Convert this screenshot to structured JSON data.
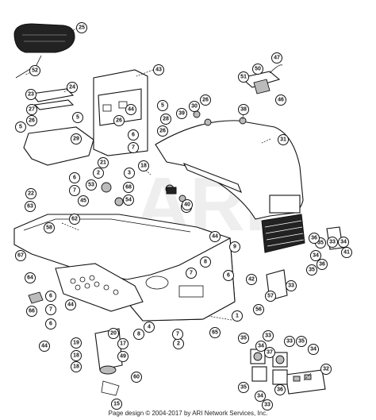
{
  "footer": {
    "credit": "Page design © 2004-2017 by ARI Network Services, Inc."
  },
  "watermark": {
    "text": "ARI"
  },
  "callouts": [
    {
      "id": "c-25a",
      "label": "25"
    },
    {
      "id": "c-52",
      "label": "52"
    },
    {
      "id": "c-24",
      "label": "24"
    },
    {
      "id": "c-23",
      "label": "23"
    },
    {
      "id": "c-27",
      "label": "27"
    },
    {
      "id": "c-26a",
      "label": "26"
    },
    {
      "id": "c-5a",
      "label": "5"
    },
    {
      "id": "c-5b",
      "label": "5"
    },
    {
      "id": "c-29",
      "label": "29"
    },
    {
      "id": "c-43",
      "label": "43"
    },
    {
      "id": "c-44a",
      "label": "44"
    },
    {
      "id": "c-5c",
      "label": "5"
    },
    {
      "id": "c-26b",
      "label": "26"
    },
    {
      "id": "c-6a",
      "label": "6"
    },
    {
      "id": "c-7a",
      "label": "7"
    },
    {
      "id": "c-21",
      "label": "21"
    },
    {
      "id": "c-2a",
      "label": "2"
    },
    {
      "id": "c-3",
      "label": "3"
    },
    {
      "id": "c-22",
      "label": "22"
    },
    {
      "id": "c-6b",
      "label": "6"
    },
    {
      "id": "c-7b",
      "label": "7"
    },
    {
      "id": "c-53",
      "label": "53"
    },
    {
      "id": "c-68",
      "label": "68"
    },
    {
      "id": "c-54",
      "label": "54"
    },
    {
      "id": "c-45",
      "label": "45"
    },
    {
      "id": "c-63",
      "label": "63"
    },
    {
      "id": "c-62",
      "label": "62"
    },
    {
      "id": "c-58",
      "label": "58"
    },
    {
      "id": "c-47",
      "label": "47"
    },
    {
      "id": "c-50",
      "label": "50"
    },
    {
      "id": "c-51",
      "label": "51"
    },
    {
      "id": "c-46",
      "label": "46"
    },
    {
      "id": "c-38",
      "label": "38"
    },
    {
      "id": "c-40",
      "label": "40"
    },
    {
      "id": "c-26c",
      "label": "26"
    },
    {
      "id": "c-39",
      "label": "39"
    },
    {
      "id": "c-28",
      "label": "28"
    },
    {
      "id": "c-30",
      "label": "30"
    },
    {
      "id": "c-26d",
      "label": "26"
    },
    {
      "id": "c-31",
      "label": "31"
    },
    {
      "id": "c-18a",
      "label": "18"
    },
    {
      "id": "c-40b",
      "label": "40"
    },
    {
      "id": "c-44b",
      "label": "44"
    },
    {
      "id": "c-9",
      "label": "9"
    },
    {
      "id": "c-8",
      "label": "8"
    },
    {
      "id": "c-7c",
      "label": "7"
    },
    {
      "id": "c-6c",
      "label": "6"
    },
    {
      "id": "c-67",
      "label": "67"
    },
    {
      "id": "c-64",
      "label": "64"
    },
    {
      "id": "c-66",
      "label": "66"
    },
    {
      "id": "c-6d",
      "label": "6"
    },
    {
      "id": "c-44c",
      "label": "44"
    },
    {
      "id": "c-7d",
      "label": "7"
    },
    {
      "id": "c-6e",
      "label": "6"
    },
    {
      "id": "c-1",
      "label": "1"
    },
    {
      "id": "c-4",
      "label": "4"
    },
    {
      "id": "c-44d",
      "label": "44"
    },
    {
      "id": "c-19",
      "label": "19"
    },
    {
      "id": "c-18b",
      "label": "18"
    },
    {
      "id": "c-18c",
      "label": "18"
    },
    {
      "id": "c-20",
      "label": "20"
    },
    {
      "id": "c-17",
      "label": "17"
    },
    {
      "id": "c-49",
      "label": "49"
    },
    {
      "id": "c-60",
      "label": "60"
    },
    {
      "id": "c-15",
      "label": "15"
    },
    {
      "id": "c-65",
      "label": "65"
    },
    {
      "id": "c-2b",
      "label": "2"
    },
    {
      "id": "c-7e",
      "label": "7"
    },
    {
      "id": "c-8b",
      "label": "8"
    },
    {
      "id": "c-42",
      "label": "42"
    },
    {
      "id": "c-56",
      "label": "56"
    },
    {
      "id": "c-57",
      "label": "57"
    },
    {
      "id": "c-33a",
      "label": "33"
    },
    {
      "id": "c-34a",
      "label": "34"
    },
    {
      "id": "c-35a",
      "label": "35"
    },
    {
      "id": "c-36a",
      "label": "36"
    },
    {
      "id": "c-41",
      "label": "41"
    },
    {
      "id": "c-33b",
      "label": "33"
    },
    {
      "id": "c-34b",
      "label": "34"
    },
    {
      "id": "c-35b",
      "label": "35"
    },
    {
      "id": "c-36b",
      "label": "36"
    },
    {
      "id": "c-37",
      "label": "37"
    },
    {
      "id": "c-32",
      "label": "32"
    },
    {
      "id": "c-33c",
      "label": "33"
    },
    {
      "id": "c-35c",
      "label": "35"
    },
    {
      "id": "c-34c",
      "label": "34"
    },
    {
      "id": "c-33d",
      "label": "33"
    },
    {
      "id": "c-36c",
      "label": "36"
    },
    {
      "id": "c-35d",
      "label": "35"
    },
    {
      "id": "c-34d",
      "label": "34"
    },
    {
      "id": "c-33e",
      "label": "33"
    },
    {
      "id": "c-34e",
      "label": "34"
    },
    {
      "id": "c-35e",
      "label": "35"
    }
  ]
}
